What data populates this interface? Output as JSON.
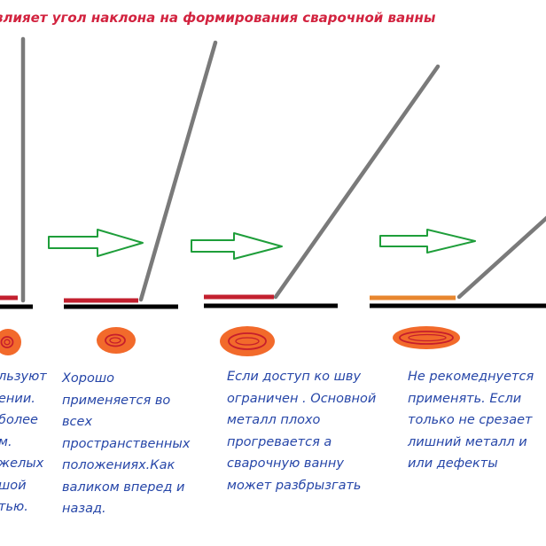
{
  "title": "влияет угол наклона на формирования сварочной ванны",
  "colors": {
    "title": "#d2233f",
    "caption_text": "#2646a8",
    "electrode": "#7a7a7a",
    "base_metal": "#000000",
    "bead_red": "#c3202f",
    "bead_orange": "#e8862e",
    "arrow_outline": "#1e9e3a",
    "pool_fill": "#f26a2b",
    "pool_ring": "#c61e2c"
  },
  "arrows": [
    "arrow-right-icon",
    "arrow-right-icon",
    "arrow-right-icon"
  ],
  "captions": [
    {
      "lines": [
        "льзуют",
        "ении.",
        "более",
        "м.",
        "желых",
        "шой",
        "тью."
      ]
    },
    {
      "lines": [
        "Хорошо",
        "применяется во",
        "всех",
        "пространственных",
        "положениях.Как",
        "валиком вперед и",
        "назад."
      ]
    },
    {
      "lines": [
        "Если доступ ко шву",
        "ограничен . Основной",
        "металл плохо",
        "прогревается а",
        "сварочную ванну",
        "может разбрызгать"
      ]
    },
    {
      "lines": [
        "Не рекомеднуется",
        "применять. Если",
        "только не срезает",
        "лишний металл и",
        "или дефекты"
      ]
    }
  ]
}
